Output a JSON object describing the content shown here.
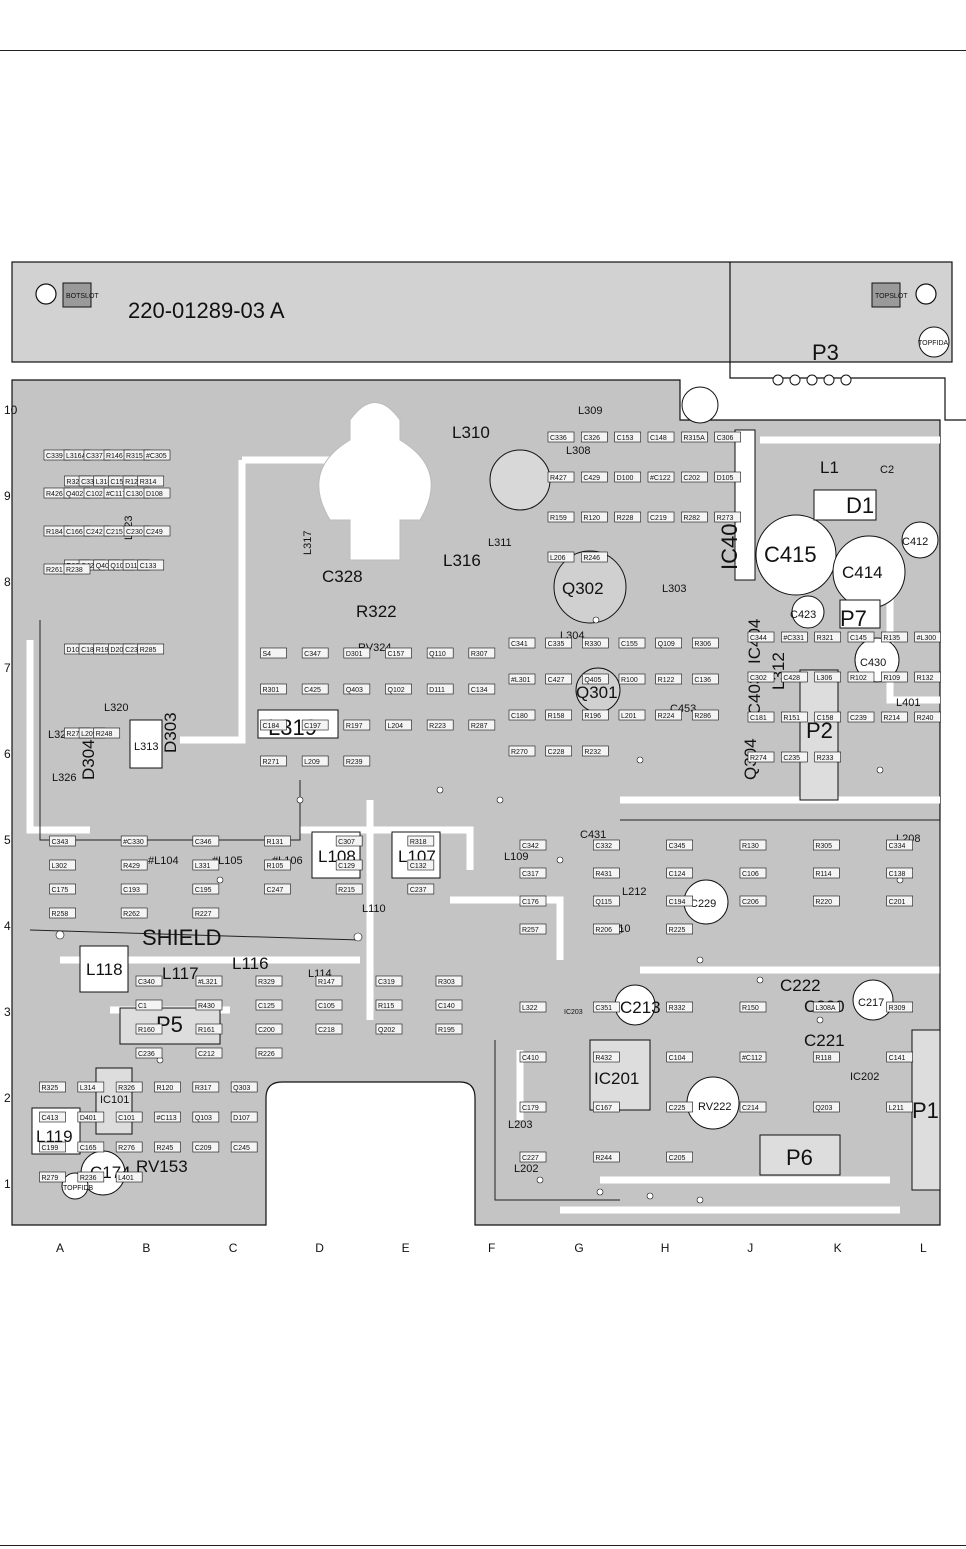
{
  "board": {
    "part_number": "220-01289-03 A",
    "slots": {
      "bottom_left": "BOTSLOT",
      "top_right": "TOPSLOT"
    },
    "fiducials": {
      "top_right": "TOPFIDA",
      "bottom_left": "TOPFIDB"
    },
    "shield_label": "SHIELD",
    "column_labels": [
      "A",
      "B",
      "C",
      "D",
      "E",
      "F",
      "G",
      "H",
      "J",
      "K",
      "L"
    ],
    "row_labels": [
      "10",
      "9",
      "8",
      "7",
      "6",
      "5",
      "4",
      "3",
      "2",
      "1"
    ]
  },
  "connectors": [
    {
      "id": "p3",
      "label": "P3"
    },
    {
      "id": "p1",
      "label": "P1"
    },
    {
      "id": "p2",
      "label": "P2"
    },
    {
      "id": "p5",
      "label": "P5"
    },
    {
      "id": "p6",
      "label": "P6"
    },
    {
      "id": "p7",
      "label": "P7"
    }
  ],
  "major_parts": [
    {
      "id": "ic402",
      "label": "IC402"
    },
    {
      "id": "c415",
      "label": "C415"
    },
    {
      "id": "c414",
      "label": "C414"
    },
    {
      "id": "d1",
      "label": "D1"
    },
    {
      "id": "l1",
      "label": "L1"
    },
    {
      "id": "c2",
      "label": "C2"
    },
    {
      "id": "c412",
      "label": "C412"
    },
    {
      "id": "c423",
      "label": "C423"
    },
    {
      "id": "c430",
      "label": "C430"
    },
    {
      "id": "ic404",
      "label": "IC404"
    },
    {
      "id": "ic403",
      "label": "IC403"
    },
    {
      "id": "l312",
      "label": "L312"
    },
    {
      "id": "q304",
      "label": "Q304"
    },
    {
      "id": "l401",
      "label": "L401"
    },
    {
      "id": "q302",
      "label": "Q302"
    },
    {
      "id": "q301",
      "label": "Q301"
    },
    {
      "id": "l303",
      "label": "L303"
    },
    {
      "id": "l304",
      "label": "L304"
    },
    {
      "id": "l310",
      "label": "L310"
    },
    {
      "id": "l309",
      "label": "L309"
    },
    {
      "id": "l308",
      "label": "L308"
    },
    {
      "id": "l311",
      "label": "L311"
    },
    {
      "id": "l316",
      "label": "L316"
    },
    {
      "id": "l317",
      "label": "L317"
    },
    {
      "id": "c328",
      "label": "C328"
    },
    {
      "id": "r322",
      "label": "R322"
    },
    {
      "id": "rv324",
      "label": "RV324"
    },
    {
      "id": "l319",
      "label": "L319"
    },
    {
      "id": "d303",
      "label": "D303"
    },
    {
      "id": "d304",
      "label": "D304"
    },
    {
      "id": "l313",
      "label": "L313"
    },
    {
      "id": "l320",
      "label": "L320"
    },
    {
      "id": "l325",
      "label": "L325"
    },
    {
      "id": "l326",
      "label": "L326"
    },
    {
      "id": "l323",
      "label": "L323"
    },
    {
      "id": "l324",
      "label": "L324"
    },
    {
      "id": "l108",
      "label": "L108"
    },
    {
      "id": "l107",
      "label": "L107"
    },
    {
      "id": "l104",
      "label": "#L104"
    },
    {
      "id": "l105",
      "label": "#L105"
    },
    {
      "id": "l106",
      "label": "#L106"
    },
    {
      "id": "l118",
      "label": "L118"
    },
    {
      "id": "l117",
      "label": "L117"
    },
    {
      "id": "l116",
      "label": "L116"
    },
    {
      "id": "l114",
      "label": "L114"
    },
    {
      "id": "l110",
      "label": "L110"
    },
    {
      "id": "l119",
      "label": "L119"
    },
    {
      "id": "c174",
      "label": "C174"
    },
    {
      "id": "rv153",
      "label": "RV153"
    },
    {
      "id": "ic101",
      "label": "IC101"
    },
    {
      "id": "ic201",
      "label": "IC201"
    },
    {
      "id": "ic202",
      "label": "IC202"
    },
    {
      "id": "ic203",
      "label": "IC203"
    },
    {
      "id": "c213",
      "label": "C213"
    },
    {
      "id": "c229",
      "label": "C229"
    },
    {
      "id": "rv222",
      "label": "RV222"
    },
    {
      "id": "c222",
      "label": "C222"
    },
    {
      "id": "c220",
      "label": "C220"
    },
    {
      "id": "c221",
      "label": "C221"
    },
    {
      "id": "c217",
      "label": "C217"
    },
    {
      "id": "l203",
      "label": "L203"
    },
    {
      "id": "l202",
      "label": "L202"
    },
    {
      "id": "l212",
      "label": "L212"
    },
    {
      "id": "l210",
      "label": "L210"
    },
    {
      "id": "l109",
      "label": "L109"
    },
    {
      "id": "c431",
      "label": "C431"
    },
    {
      "id": "l208",
      "label": "L208"
    },
    {
      "id": "c453",
      "label": "C453"
    }
  ],
  "small_parts": [
    {
      "label": "R328"
    },
    {
      "label": "S4"
    },
    {
      "label": "C341"
    },
    {
      "label": "C344"
    },
    {
      "label": "C343"
    },
    {
      "label": "C342"
    },
    {
      "label": "C340"
    },
    {
      "label": "L322"
    },
    {
      "label": "R325"
    },
    {
      "label": "C339"
    },
    {
      "label": "C336"
    },
    {
      "label": "C338"
    },
    {
      "label": "C347"
    },
    {
      "label": "C335"
    },
    {
      "label": "#C331"
    },
    {
      "label": "#C330"
    },
    {
      "label": "C332"
    },
    {
      "label": "#L321"
    },
    {
      "label": "C351"
    },
    {
      "label": "L314"
    },
    {
      "label": "L316A"
    },
    {
      "label": "C326"
    },
    {
      "label": "L318"
    },
    {
      "label": "D301"
    },
    {
      "label": "R330"
    },
    {
      "label": "R321"
    },
    {
      "label": "C346"
    },
    {
      "label": "C345"
    },
    {
      "label": "R329"
    },
    {
      "label": "R332"
    },
    {
      "label": "R326"
    },
    {
      "label": "C337"
    },
    {
      "label": "C153"
    },
    {
      "label": "C151"
    },
    {
      "label": "C157"
    },
    {
      "label": "C155"
    },
    {
      "label": "C145"
    },
    {
      "label": "R131"
    },
    {
      "label": "R130"
    },
    {
      "label": "R147"
    },
    {
      "label": "R150"
    },
    {
      "label": "R120"
    },
    {
      "label": "R146"
    },
    {
      "label": "C148"
    },
    {
      "label": "R121"
    },
    {
      "label": "Q110"
    },
    {
      "label": "Q109"
    },
    {
      "label": "R135"
    },
    {
      "label": "C307"
    },
    {
      "label": "R305"
    },
    {
      "label": "C319"
    },
    {
      "label": "L308A"
    },
    {
      "label": "R317"
    },
    {
      "label": "R315"
    },
    {
      "label": "R315A"
    },
    {
      "label": "R314"
    },
    {
      "label": "R307"
    },
    {
      "label": "R306"
    },
    {
      "label": "#L300"
    },
    {
      "label": "R318"
    },
    {
      "label": "C334"
    },
    {
      "label": "R303"
    },
    {
      "label": "R309"
    },
    {
      "label": "Q303"
    },
    {
      "label": "#C305"
    },
    {
      "label": "C306"
    },
    {
      "label": "R308"
    },
    {
      "label": "R301"
    },
    {
      "label": "#L301"
    },
    {
      "label": "C302"
    },
    {
      "label": "L302"
    },
    {
      "label": "C317"
    },
    {
      "label": "C1"
    },
    {
      "label": "C410"
    },
    {
      "label": "C413"
    },
    {
      "label": "R426"
    },
    {
      "label": "R427"
    },
    {
      "label": "C424"
    },
    {
      "label": "C425"
    },
    {
      "label": "C427"
    },
    {
      "label": "C428"
    },
    {
      "label": "R429"
    },
    {
      "label": "R431"
    },
    {
      "label": "R430"
    },
    {
      "label": "R432"
    },
    {
      "label": "D401"
    },
    {
      "label": "Q402"
    },
    {
      "label": "C429"
    },
    {
      "label": "Q404"
    },
    {
      "label": "Q403"
    },
    {
      "label": "Q405"
    },
    {
      "label": "L306"
    },
    {
      "label": "L331"
    },
    {
      "label": "C124"
    },
    {
      "label": "C125"
    },
    {
      "label": "C104"
    },
    {
      "label": "C101"
    },
    {
      "label": "C102"
    },
    {
      "label": "D100"
    },
    {
      "label": "Q101"
    },
    {
      "label": "Q102"
    },
    {
      "label": "R100"
    },
    {
      "label": "R102"
    },
    {
      "label": "R105"
    },
    {
      "label": "C106"
    },
    {
      "label": "C105"
    },
    {
      "label": "#C112"
    },
    {
      "label": "#C113"
    },
    {
      "label": "#C117"
    },
    {
      "label": "#C122"
    },
    {
      "label": "D110"
    },
    {
      "label": "D111"
    },
    {
      "label": "R122"
    },
    {
      "label": "R109"
    },
    {
      "label": "C129"
    },
    {
      "label": "R114"
    },
    {
      "label": "R115"
    },
    {
      "label": "R118"
    },
    {
      "label": "Q103"
    },
    {
      "label": "C130"
    },
    {
      "label": "C202"
    },
    {
      "label": "C133"
    },
    {
      "label": "C134"
    },
    {
      "label": "C136"
    },
    {
      "label": "R132"
    },
    {
      "label": "C132"
    },
    {
      "label": "C138"
    },
    {
      "label": "C140"
    },
    {
      "label": "C141"
    },
    {
      "label": "D107"
    },
    {
      "label": "D108"
    },
    {
      "label": "D105"
    },
    {
      "label": "D106"
    },
    {
      "label": "C184"
    },
    {
      "label": "C180"
    },
    {
      "label": "C181"
    },
    {
      "label": "C175"
    },
    {
      "label": "C176"
    },
    {
      "label": "R160"
    },
    {
      "label": "C179"
    },
    {
      "label": "C199"
    },
    {
      "label": "R184"
    },
    {
      "label": "R159"
    },
    {
      "label": "C182"
    },
    {
      "label": "C197"
    },
    {
      "label": "R158"
    },
    {
      "label": "R151"
    },
    {
      "label": "C193"
    },
    {
      "label": "Q115"
    },
    {
      "label": "R161"
    },
    {
      "label": "C167"
    },
    {
      "label": "C165"
    },
    {
      "label": "C166"
    },
    {
      "label": "R120"
    },
    {
      "label": "R199"
    },
    {
      "label": "R197"
    },
    {
      "label": "R196"
    },
    {
      "label": "C158"
    },
    {
      "label": "C195"
    },
    {
      "label": "C194"
    },
    {
      "label": "C200"
    },
    {
      "label": "C225"
    },
    {
      "label": "R276"
    },
    {
      "label": "C242"
    },
    {
      "label": "R228"
    },
    {
      "label": "D202"
    },
    {
      "label": "L204"
    },
    {
      "label": "L201"
    },
    {
      "label": "C239"
    },
    {
      "label": "C247"
    },
    {
      "label": "C206"
    },
    {
      "label": "C218"
    },
    {
      "label": "C214"
    },
    {
      "label": "R245"
    },
    {
      "label": "C215"
    },
    {
      "label": "C219"
    },
    {
      "label": "C234"
    },
    {
      "label": "R223"
    },
    {
      "label": "R224"
    },
    {
      "label": "R214"
    },
    {
      "label": "R215"
    },
    {
      "label": "R220"
    },
    {
      "label": "Q202"
    },
    {
      "label": "Q203"
    },
    {
      "label": "C209"
    },
    {
      "label": "C230"
    },
    {
      "label": "R282"
    },
    {
      "label": "R285"
    },
    {
      "label": "R287"
    },
    {
      "label": "R286"
    },
    {
      "label": "R240"
    },
    {
      "label": "C237"
    },
    {
      "label": "C201"
    },
    {
      "label": "R195"
    },
    {
      "label": "L211"
    },
    {
      "label": "C245"
    },
    {
      "label": "C249"
    },
    {
      "label": "R273"
    },
    {
      "label": "R272"
    },
    {
      "label": "R271"
    },
    {
      "label": "R270"
    },
    {
      "label": "R274"
    },
    {
      "label": "R258"
    },
    {
      "label": "R257"
    },
    {
      "label": "C236"
    },
    {
      "label": "C227"
    },
    {
      "label": "R279"
    },
    {
      "label": "R261"
    },
    {
      "label": "L206"
    },
    {
      "label": "L205"
    },
    {
      "label": "L209"
    },
    {
      "label": "C228"
    },
    {
      "label": "C235"
    },
    {
      "label": "R262"
    },
    {
      "label": "R206"
    },
    {
      "label": "C212"
    },
    {
      "label": "R244"
    },
    {
      "label": "R236"
    },
    {
      "label": "R238"
    },
    {
      "label": "R246"
    },
    {
      "label": "R248"
    },
    {
      "label": "R239"
    },
    {
      "label": "R232"
    },
    {
      "label": "R233"
    },
    {
      "label": "R227"
    },
    {
      "label": "R225"
    },
    {
      "label": "R226"
    },
    {
      "label": "C205"
    },
    {
      "label": "L401"
    }
  ]
}
